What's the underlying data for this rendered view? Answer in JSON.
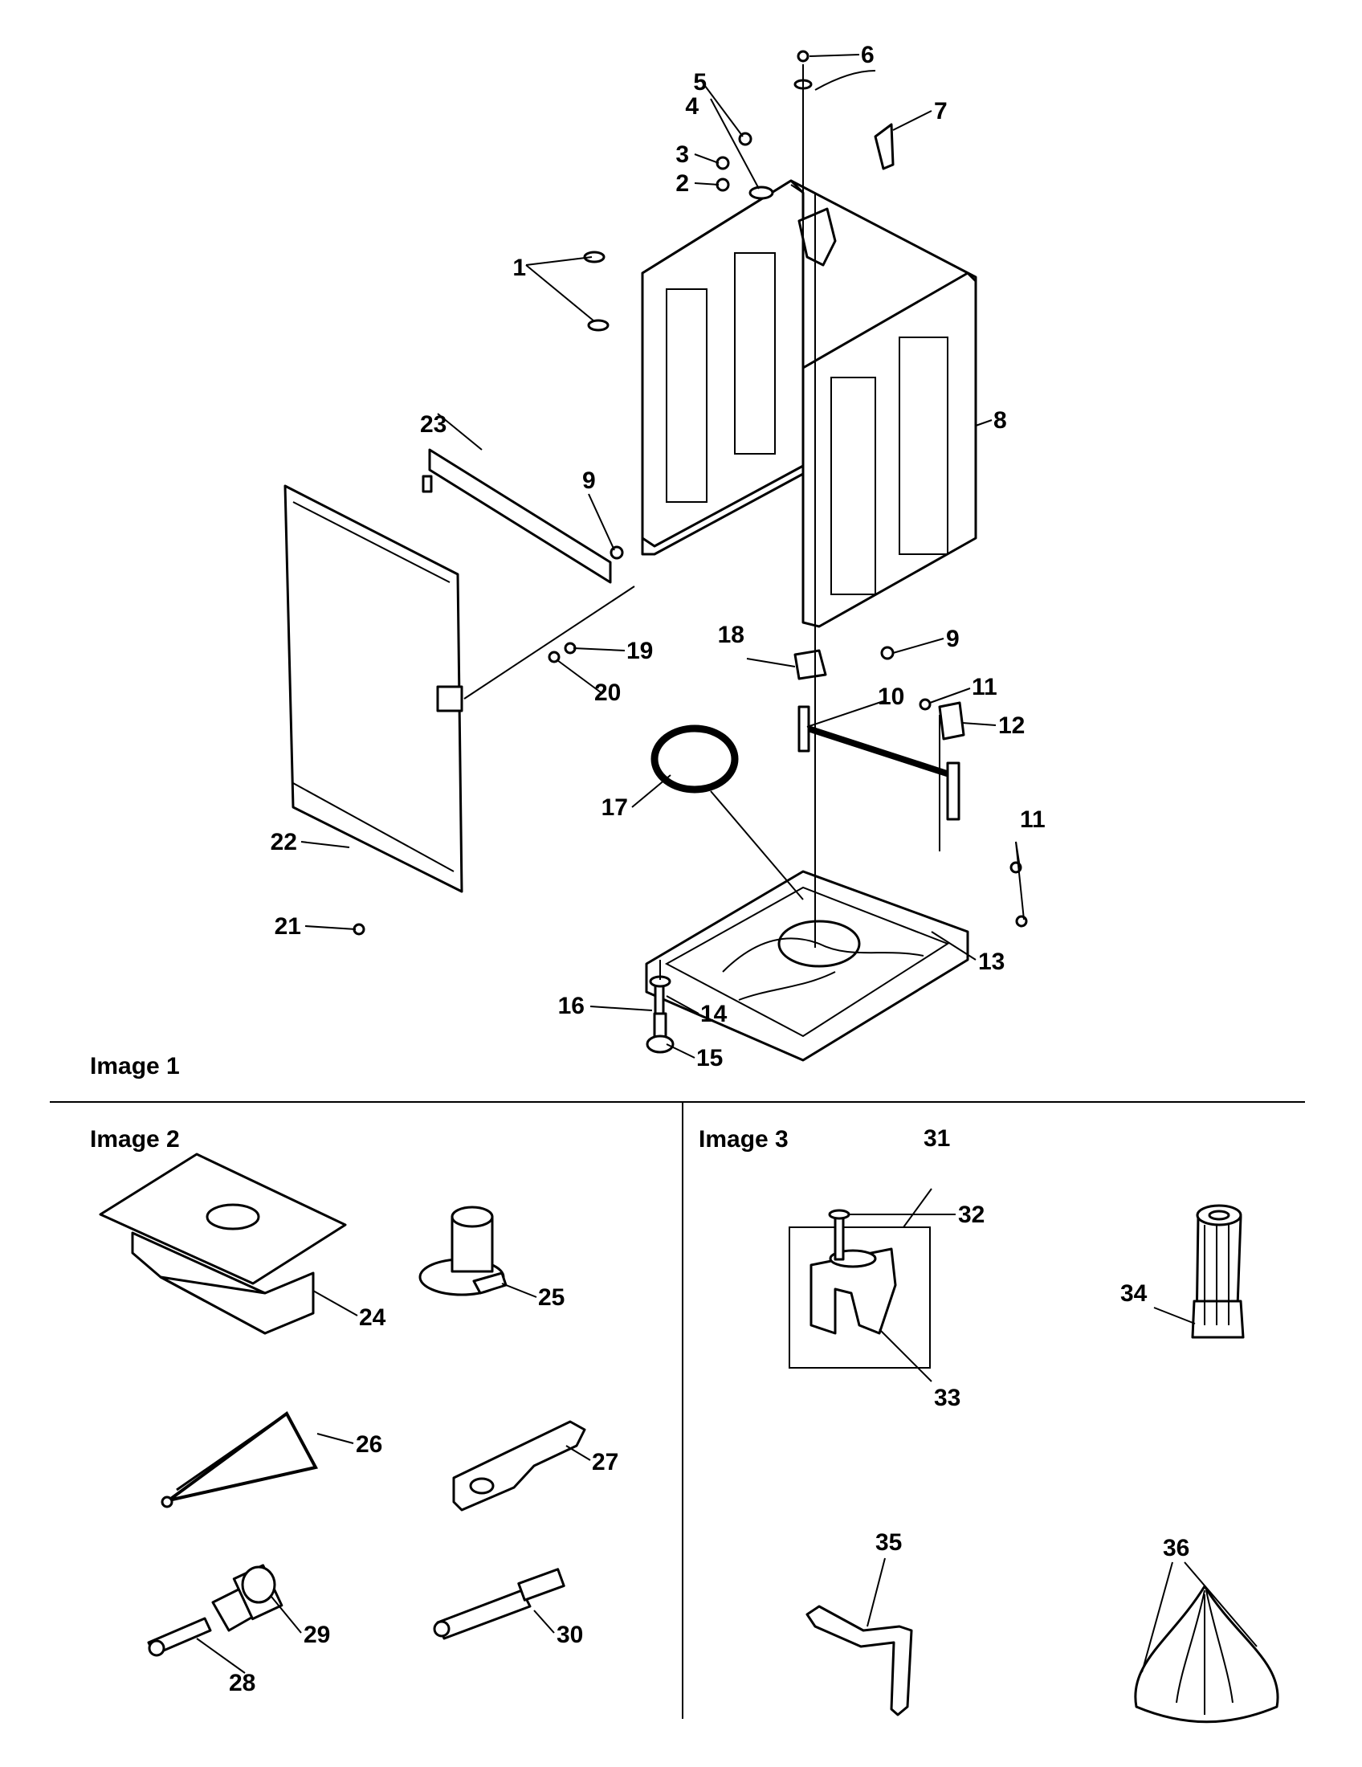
{
  "sections": {
    "image1": "Image 1",
    "image2": "Image 2",
    "image3": "Image 3"
  },
  "callouts": {
    "c1": "1",
    "c2": "2",
    "c3": "3",
    "c4": "4",
    "c5": "5",
    "c6": "6",
    "c7": "7",
    "c8": "8",
    "c9a": "9",
    "c9b": "9",
    "c10": "10",
    "c11a": "11",
    "c11b": "11",
    "c12": "12",
    "c13": "13",
    "c14": "14",
    "c15": "15",
    "c16": "16",
    "c17": "17",
    "c18": "18",
    "c19": "19",
    "c20": "20",
    "c21": "21",
    "c22": "22",
    "c23": "23",
    "c24": "24",
    "c25": "25",
    "c26": "26",
    "c27": "27",
    "c28": "28",
    "c29": "29",
    "c30": "30",
    "c31": "31",
    "c32": "32",
    "c33": "33",
    "c34": "34",
    "c35": "35",
    "c36": "36"
  }
}
